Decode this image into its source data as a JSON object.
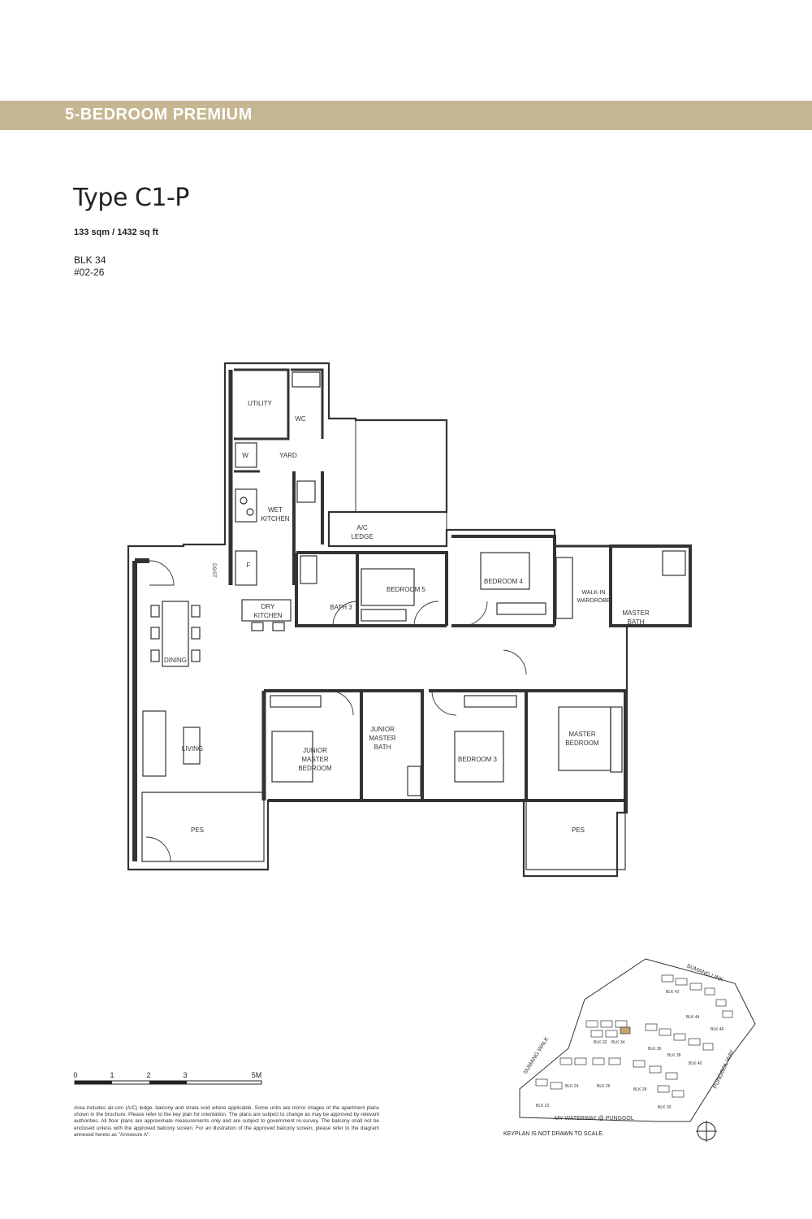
{
  "header": {
    "banner_title": "5-BEDROOM PREMIUM",
    "banner_color": "#c6b792"
  },
  "unit": {
    "type": "Type C1-P",
    "area": "133 sqm / 1432 sq ft",
    "block": "BLK 34",
    "unit_no": "#02-26"
  },
  "rooms": {
    "utility": "UTILITY",
    "wc": "WC",
    "w": "W",
    "yard": "YARD",
    "wet_kitchen_1": "WET",
    "wet_kitchen_2": "KITCHEN",
    "ac_ledge_1": "A/C",
    "ac_ledge_2": "LEDGE",
    "dshelf": "DS/ST",
    "f": "F",
    "dry_kitchen_1": "DRY",
    "dry_kitchen_2": "KITCHEN",
    "bath3": "BATH 3",
    "bedroom5": "BEDROOM 5",
    "bedroom4": "BEDROOM 4",
    "walkin_1": "WALK-IN",
    "walkin_2": "WARDROBE",
    "master_bath_1": "MASTER",
    "master_bath_2": "BATH",
    "dining": "DINING",
    "living": "LIVING",
    "jm_bedroom_1": "JUNIOR",
    "jm_bedroom_2": "MASTER",
    "jm_bedroom_3": "BEDROOM",
    "jm_bath_1": "JUNIOR",
    "jm_bath_2": "MASTER",
    "jm_bath_3": "BATH",
    "bedroom3": "BEDROOM 3",
    "master_bedroom_1": "MASTER",
    "master_bedroom_2": "BEDROOM",
    "pes": "PES"
  },
  "scale_bar": {
    "labels": [
      "0",
      "1",
      "2",
      "3",
      "5M"
    ]
  },
  "keyplan": {
    "roads": [
      "SUMANG LINK",
      "SUMANG WALK",
      "PUNGGOL WAY",
      "MY WATERWAY @ PUNGGOL"
    ],
    "blocks": [
      "BLK 22",
      "BLK 24",
      "BLK 26",
      "BLK 28",
      "BLK 30",
      "BLK 32",
      "BLK 34",
      "BLK 36",
      "BLK 38",
      "BLK 40",
      "BLK 42",
      "BLK 44",
      "BLK 46"
    ],
    "highlight_color": "#c6a56a",
    "note": "KEYPLAN IS NOT DRAWN TO SCALE."
  },
  "disclaimer": "Area includes air-con (A/C) ledge, balcony and strata void where applicable. Some units are mirror images of the apartment plans shown in the brochure. Please refer to the key plan for orientation. The plans are subject to change as may be approved by relevant authorities. All floor plans are approximate measurements only and are subject to government re-survey. The balcony shall not be enclosed unless with the approved balcony screen. For an illustration of the approved balcony screen, please refer to the diagram annexed hereto as \"Annexure A\"."
}
